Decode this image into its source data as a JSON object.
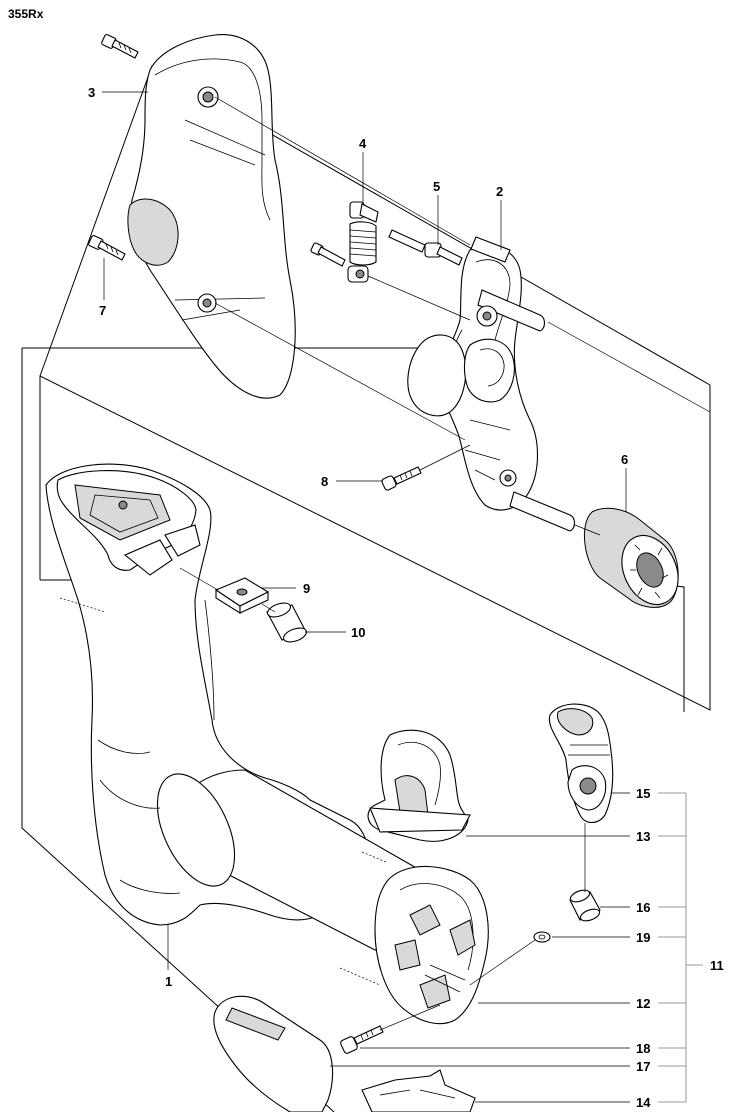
{
  "model": "355Rx",
  "callouts": [
    {
      "id": "c1",
      "text": "1"
    },
    {
      "id": "c2",
      "text": "2"
    },
    {
      "id": "c3",
      "text": "3"
    },
    {
      "id": "c4",
      "text": "4"
    },
    {
      "id": "c5",
      "text": "5"
    },
    {
      "id": "c6",
      "text": "6"
    },
    {
      "id": "c7",
      "text": "7"
    },
    {
      "id": "c8",
      "text": "8"
    },
    {
      "id": "c9",
      "text": "9"
    },
    {
      "id": "c10",
      "text": "10"
    },
    {
      "id": "c11",
      "text": "11"
    },
    {
      "id": "c12",
      "text": "12"
    },
    {
      "id": "c13",
      "text": "13"
    },
    {
      "id": "c14",
      "text": "14"
    },
    {
      "id": "c15",
      "text": "15"
    },
    {
      "id": "c16",
      "text": "16"
    },
    {
      "id": "c17",
      "text": "17"
    },
    {
      "id": "c18",
      "text": "18"
    },
    {
      "id": "c19",
      "text": "19"
    }
  ],
  "colors": {
    "line": "#000000",
    "background": "#ffffff",
    "shade": "#d9d9d9",
    "bracket": "#9a9a9a"
  }
}
